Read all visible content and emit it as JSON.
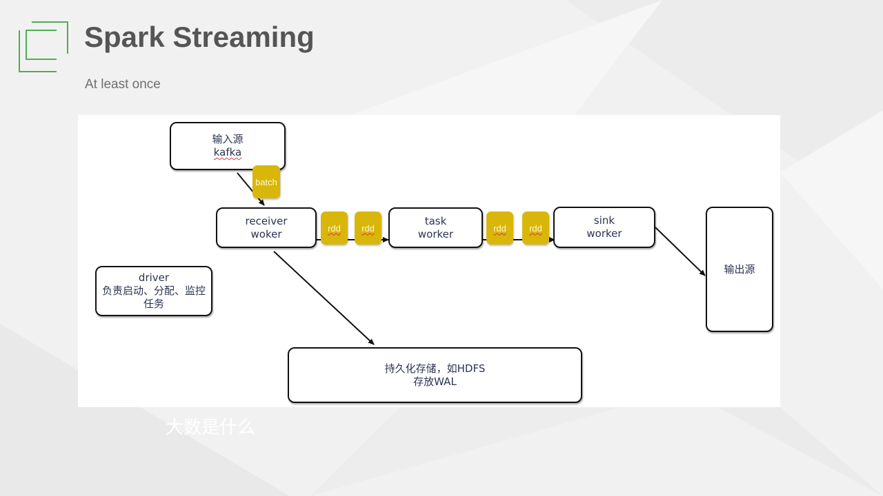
{
  "slide": {
    "title": "Spark Streaming",
    "subtitle": "At least once",
    "caption": "大数是什么"
  },
  "colors": {
    "logo_green": "#4caf50",
    "title_gray": "#555555",
    "chip_yellow": "#d9b60a",
    "box_border": "#111111"
  },
  "diagram": {
    "nodes": {
      "source": {
        "line1": "输入源",
        "line2": "kafka"
      },
      "receiver": {
        "line1": "receiver",
        "line2": "woker"
      },
      "task": {
        "line1": "task",
        "line2": "worker"
      },
      "sink": {
        "line1": "sink",
        "line2": "worker"
      },
      "output": {
        "line1": "输出源"
      },
      "driver": {
        "line1": "driver",
        "line2": "负责启动、分配、监控",
        "line3": "任务"
      },
      "storage": {
        "line1": "持久化存储，如HDFS",
        "line2": "存放WAL"
      }
    },
    "chips": {
      "batch": "batch",
      "rdd": "rdd"
    }
  }
}
